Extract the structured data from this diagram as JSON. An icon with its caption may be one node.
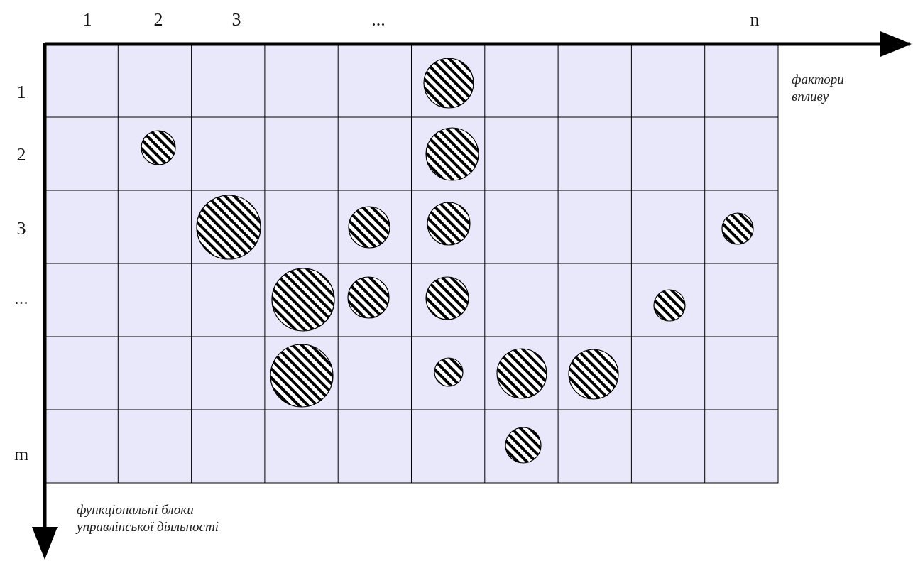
{
  "diagram": {
    "labels": [
      "1",
      "2",
      "3",
      "...",
      "n",
      "1",
      "2",
      "3",
      "...",
      "m",
      "фактори впливу",
      "функціональні блоки управлінської діяльності"
    ]
  }
}
